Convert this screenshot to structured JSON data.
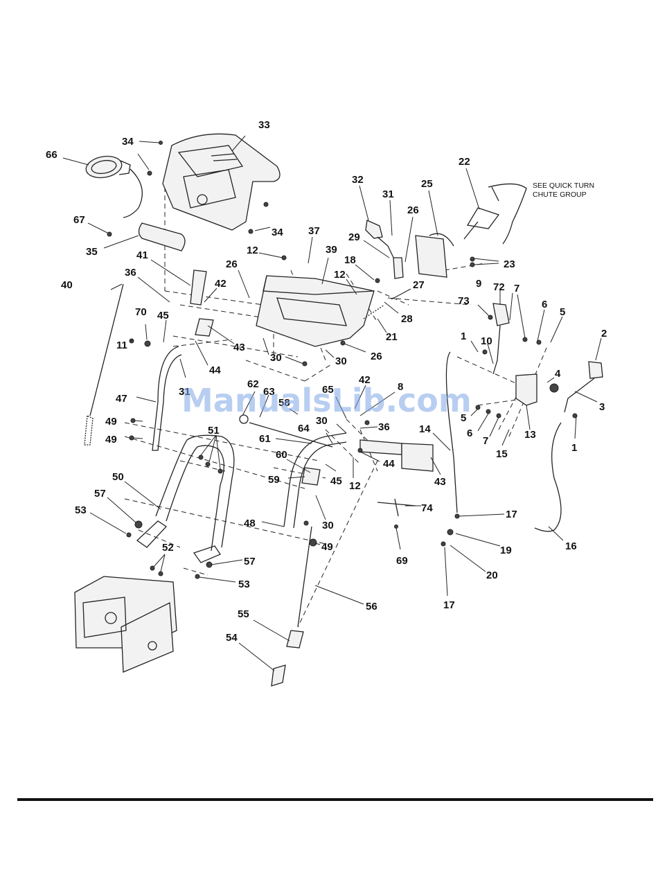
{
  "page": {
    "background": "#ffffff",
    "ink": "#111111",
    "watermark_color": "#7fa7e6"
  },
  "watermark": {
    "text": "ManualsLib.com"
  },
  "note": {
    "lines": [
      "SEE QUICK TURN",
      "CHUTE GROUP"
    ]
  },
  "callouts": [
    "33",
    "34",
    "66",
    "34",
    "67",
    "35",
    "32",
    "31",
    "22",
    "25",
    "26",
    "29",
    "37",
    "12",
    "39",
    "23",
    "18",
    "41",
    "26",
    "42",
    "36",
    "12",
    "27",
    "40",
    "21",
    "28",
    "9",
    "72",
    "7",
    "73",
    "6",
    "5",
    "70",
    "45",
    "43",
    "26",
    "30",
    "30",
    "1",
    "10",
    "11",
    "2",
    "44",
    "31",
    "4",
    "3",
    "62",
    "63",
    "42",
    "8",
    "47",
    "58",
    "65",
    "49",
    "30",
    "36",
    "14",
    "5",
    "61",
    "6",
    "7",
    "13",
    "51",
    "64",
    "44",
    "49",
    "43",
    "15",
    "1",
    "60",
    "59",
    "45",
    "12",
    "50",
    "57",
    "74",
    "53",
    "17",
    "30",
    "48",
    "49",
    "19",
    "52",
    "20",
    "57",
    "69",
    "53",
    "16",
    "56",
    "17",
    "55",
    "54"
  ]
}
